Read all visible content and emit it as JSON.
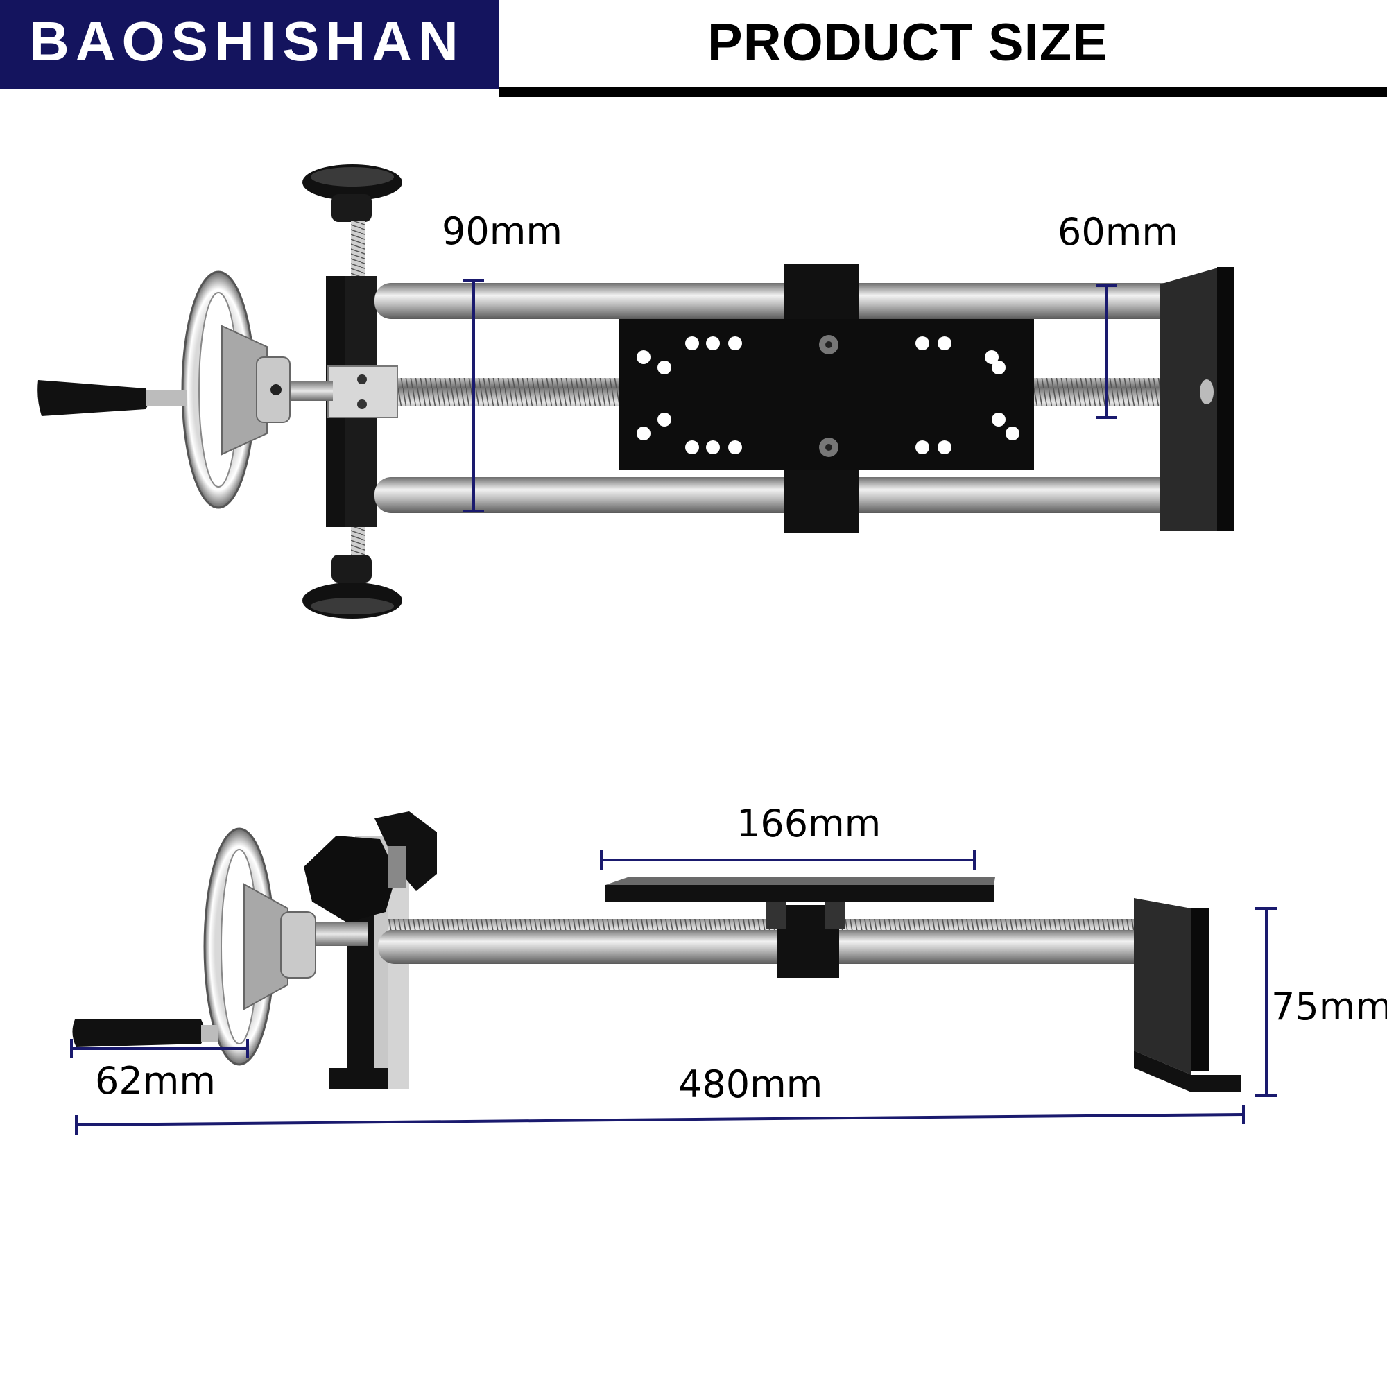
{
  "header": {
    "brand": "BAOSHISHAN",
    "title": "PRODUCT SIZE"
  },
  "dimensions": {
    "rail_spacing_outer": "90mm",
    "rail_spacing_inner": "60mm",
    "plate_length": "166mm",
    "height": "75mm",
    "handle_length": "62mm",
    "total_length": "480mm"
  },
  "colors": {
    "brand_bg": "#14145e",
    "dimension_line": "#1a1a6e",
    "steel_dark": "#111111"
  }
}
